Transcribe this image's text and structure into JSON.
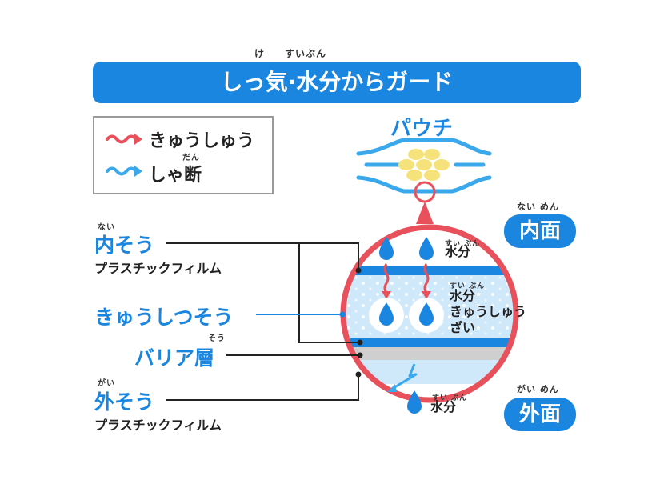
{
  "title": {
    "text": "しっ気·水分からガード",
    "furigana": [
      "け",
      "すいぶん"
    ]
  },
  "legend": {
    "absorb_label": "きゅうしゅう",
    "block_label": "しゃ断",
    "block_furigana": "だん",
    "absorb_color": "#e8505b",
    "block_color": "#3aa8ea"
  },
  "pouch_label": "パウチ",
  "layers": {
    "inner_label": "内そう",
    "inner_furigana": "ない",
    "inner_sub": "プラスチックフィルム",
    "absorbent_label": "きゅうしつそう",
    "barrier_label": "バリア層",
    "barrier_furigana": "そう",
    "outer_label": "外そう",
    "outer_furigana": "がい",
    "outer_sub": "プラスチックフィルム"
  },
  "faces": {
    "inner_face": "内面",
    "inner_face_furigana": "ない めん",
    "outer_face": "外面",
    "outer_face_furigana": "がい めん"
  },
  "circle": {
    "water_top": "水分",
    "water_top_furigana": "すい ぶん",
    "absorbent_line1": "水分",
    "absorbent_furigana": "すい ぶん",
    "absorbent_line2": "きゅうしゅう",
    "absorbent_line3": "ざい",
    "water_bottom": "水分",
    "water_bottom_furigana": "すい ぶん"
  },
  "colors": {
    "brand_blue": "#1a86df",
    "ring_red": "#e8505b",
    "light_blue": "#cfe9fb",
    "barrier_gray": "#cfcfcf",
    "pouch_yellow": "#f6e27a"
  }
}
